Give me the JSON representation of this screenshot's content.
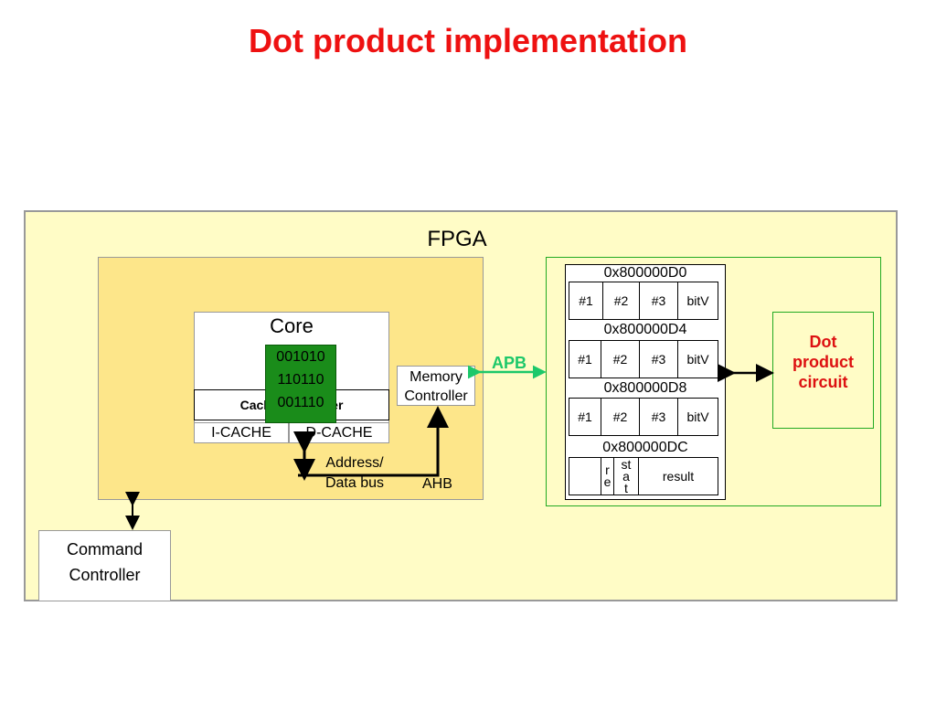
{
  "title": "Dot product implementation",
  "fpga": {
    "label": "FPGA"
  },
  "core": {
    "label": "Core",
    "binary": [
      "001010",
      "110110",
      "001110"
    ],
    "cache_controller": "Cache Controller",
    "icache": "I-CACHE",
    "dcache": "D-CACHE"
  },
  "memory_controller": [
    "Memory",
    "Controller"
  ],
  "bus": {
    "address_data": [
      "Address/",
      "Data bus"
    ],
    "ahb": "AHB",
    "apb": "APB"
  },
  "registers": [
    {
      "address": "0x800000D0",
      "cells": [
        "#1",
        "#2",
        "#3",
        "bitV"
      ]
    },
    {
      "address": "0x800000D4",
      "cells": [
        "#1",
        "#2",
        "#3",
        "bitV"
      ]
    },
    {
      "address": "0x800000D8",
      "cells": [
        "#1",
        "#2",
        "#3",
        "bitV"
      ]
    },
    {
      "address": "0x800000DC",
      "cells": [
        "",
        [
          "r",
          "e"
        ],
        [
          "st",
          "a",
          "t"
        ],
        "result"
      ]
    }
  ],
  "dot_product": [
    "Dot",
    "product",
    "circuit"
  ],
  "command_controller": [
    "Command",
    "Controller"
  ],
  "colors": {
    "title": "#ee1111",
    "fpga_bg": "#fffcc6",
    "soc_bg": "#fde68a",
    "green": "#1a8c1a",
    "apb": "#1dc86a"
  }
}
